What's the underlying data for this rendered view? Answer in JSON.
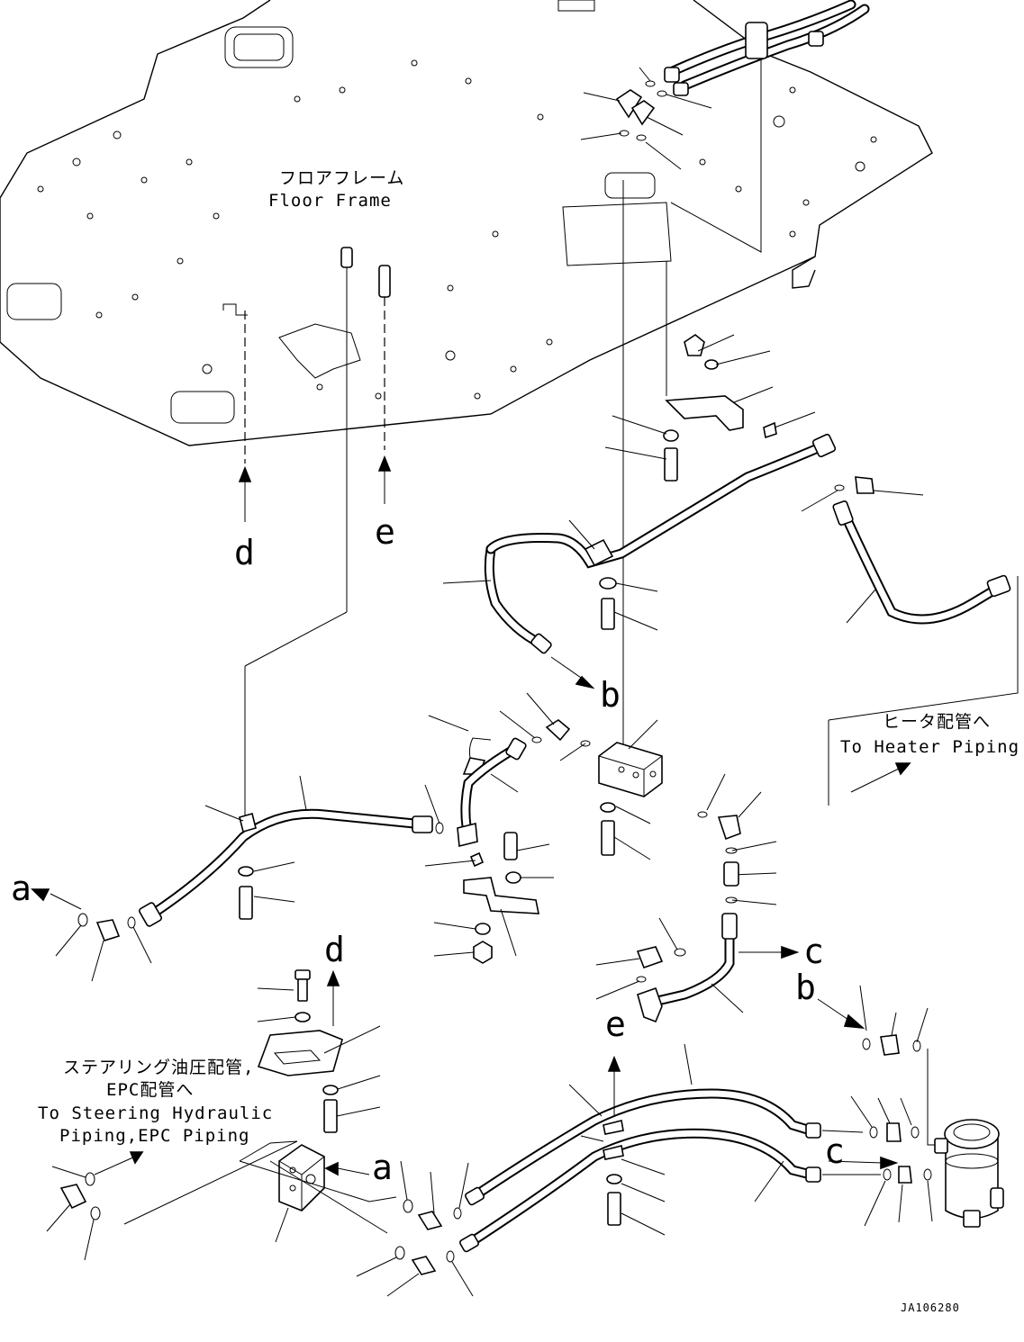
{
  "labels": {
    "floor_frame_jp": "フロアフレーム",
    "floor_frame_en": "Floor Frame",
    "heater_jp": "ヒータ配管へ",
    "heater_en": "To Heater Piping",
    "steering_jp_1": "ステアリング油圧配管,",
    "steering_jp_2": "EPC配管へ",
    "steering_en_1": "To Steering Hydraulic",
    "steering_en_2": "Piping,EPC Piping",
    "drawing_code": "JA106280"
  },
  "letters": {
    "a": "a",
    "b": "b",
    "c": "c",
    "d": "d",
    "e": "e"
  }
}
